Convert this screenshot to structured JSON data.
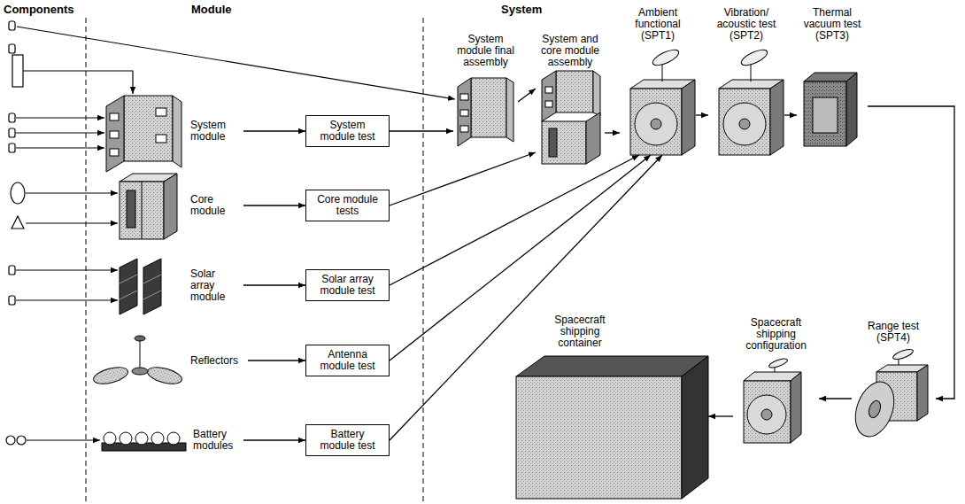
{
  "diagram": {
    "nodes": [
      {
        "text": [
          "System module"
        ]
      },
      {
        "text": [
          "System module test"
        ]
      },
      {
        "text": [
          "Core module"
        ]
      },
      {
        "text": [
          "Core module tests"
        ]
      },
      {
        "text": [
          "Solar array module"
        ]
      },
      {
        "text": [
          "Solar array module test"
        ]
      },
      {
        "text": [
          "Reflectors"
        ]
      },
      {
        "text": [
          "Antenna module test"
        ]
      },
      {
        "text": [
          "Battery modules"
        ]
      },
      {
        "text": [
          "Battery module test"
        ]
      },
      {
        "text": [
          "System module final assembly"
        ]
      },
      {
        "text": [
          "System and core module assembly"
        ]
      },
      {
        "text": [
          "Ambient functional (SPT1)"
        ]
      },
      {
        "text": [
          "Vibration/ acoustic test (SPT2)"
        ]
      },
      {
        "text": [
          "Thermal vacuum test (SPT3)"
        ]
      },
      {
        "text": [
          "Range test (SPT4)"
        ]
      },
      {
        "text": [
          "Spacecraft shipping configuration"
        ]
      },
      {
        "text": [
          "Spacecraft shipping container"
        ]
      }
    ],
    "edges": [
      {
        "from": 0,
        "to": 1,
        "arrow": "to"
      },
      {
        "from": 2,
        "to": 3,
        "arrow": "to"
      },
      {
        "from": 4,
        "to": 5,
        "arrow": "to"
      },
      {
        "from": 6,
        "to": 7,
        "arrow": "to"
      },
      {
        "from": 8,
        "to": 9,
        "arrow": "to"
      },
      {
        "from": 1,
        "to": 10,
        "arrow": "to"
      },
      {
        "from": 10,
        "to": 11,
        "arrow": "to"
      },
      {
        "from": 3,
        "to": 11,
        "arrow": "to"
      },
      {
        "from": 11,
        "to": 12,
        "arrow": "to"
      },
      {
        "from": 5,
        "to": 12,
        "arrow": "to"
      },
      {
        "from": 7,
        "to": 12,
        "arrow": "to"
      },
      {
        "from": 9,
        "to": 12,
        "arrow": "to"
      },
      {
        "from": 12,
        "to": 13,
        "arrow": "to"
      },
      {
        "from": 13,
        "to": 14,
        "arrow": "to"
      },
      {
        "from": 14,
        "to": 15,
        "arrow": "to"
      },
      {
        "from": 15,
        "to": 16,
        "arrow": "to"
      },
      {
        "from": 16,
        "to": 17,
        "arrow": "to"
      }
    ],
    "labels": [
      "Components",
      "Module",
      "System"
    ]
  }
}
